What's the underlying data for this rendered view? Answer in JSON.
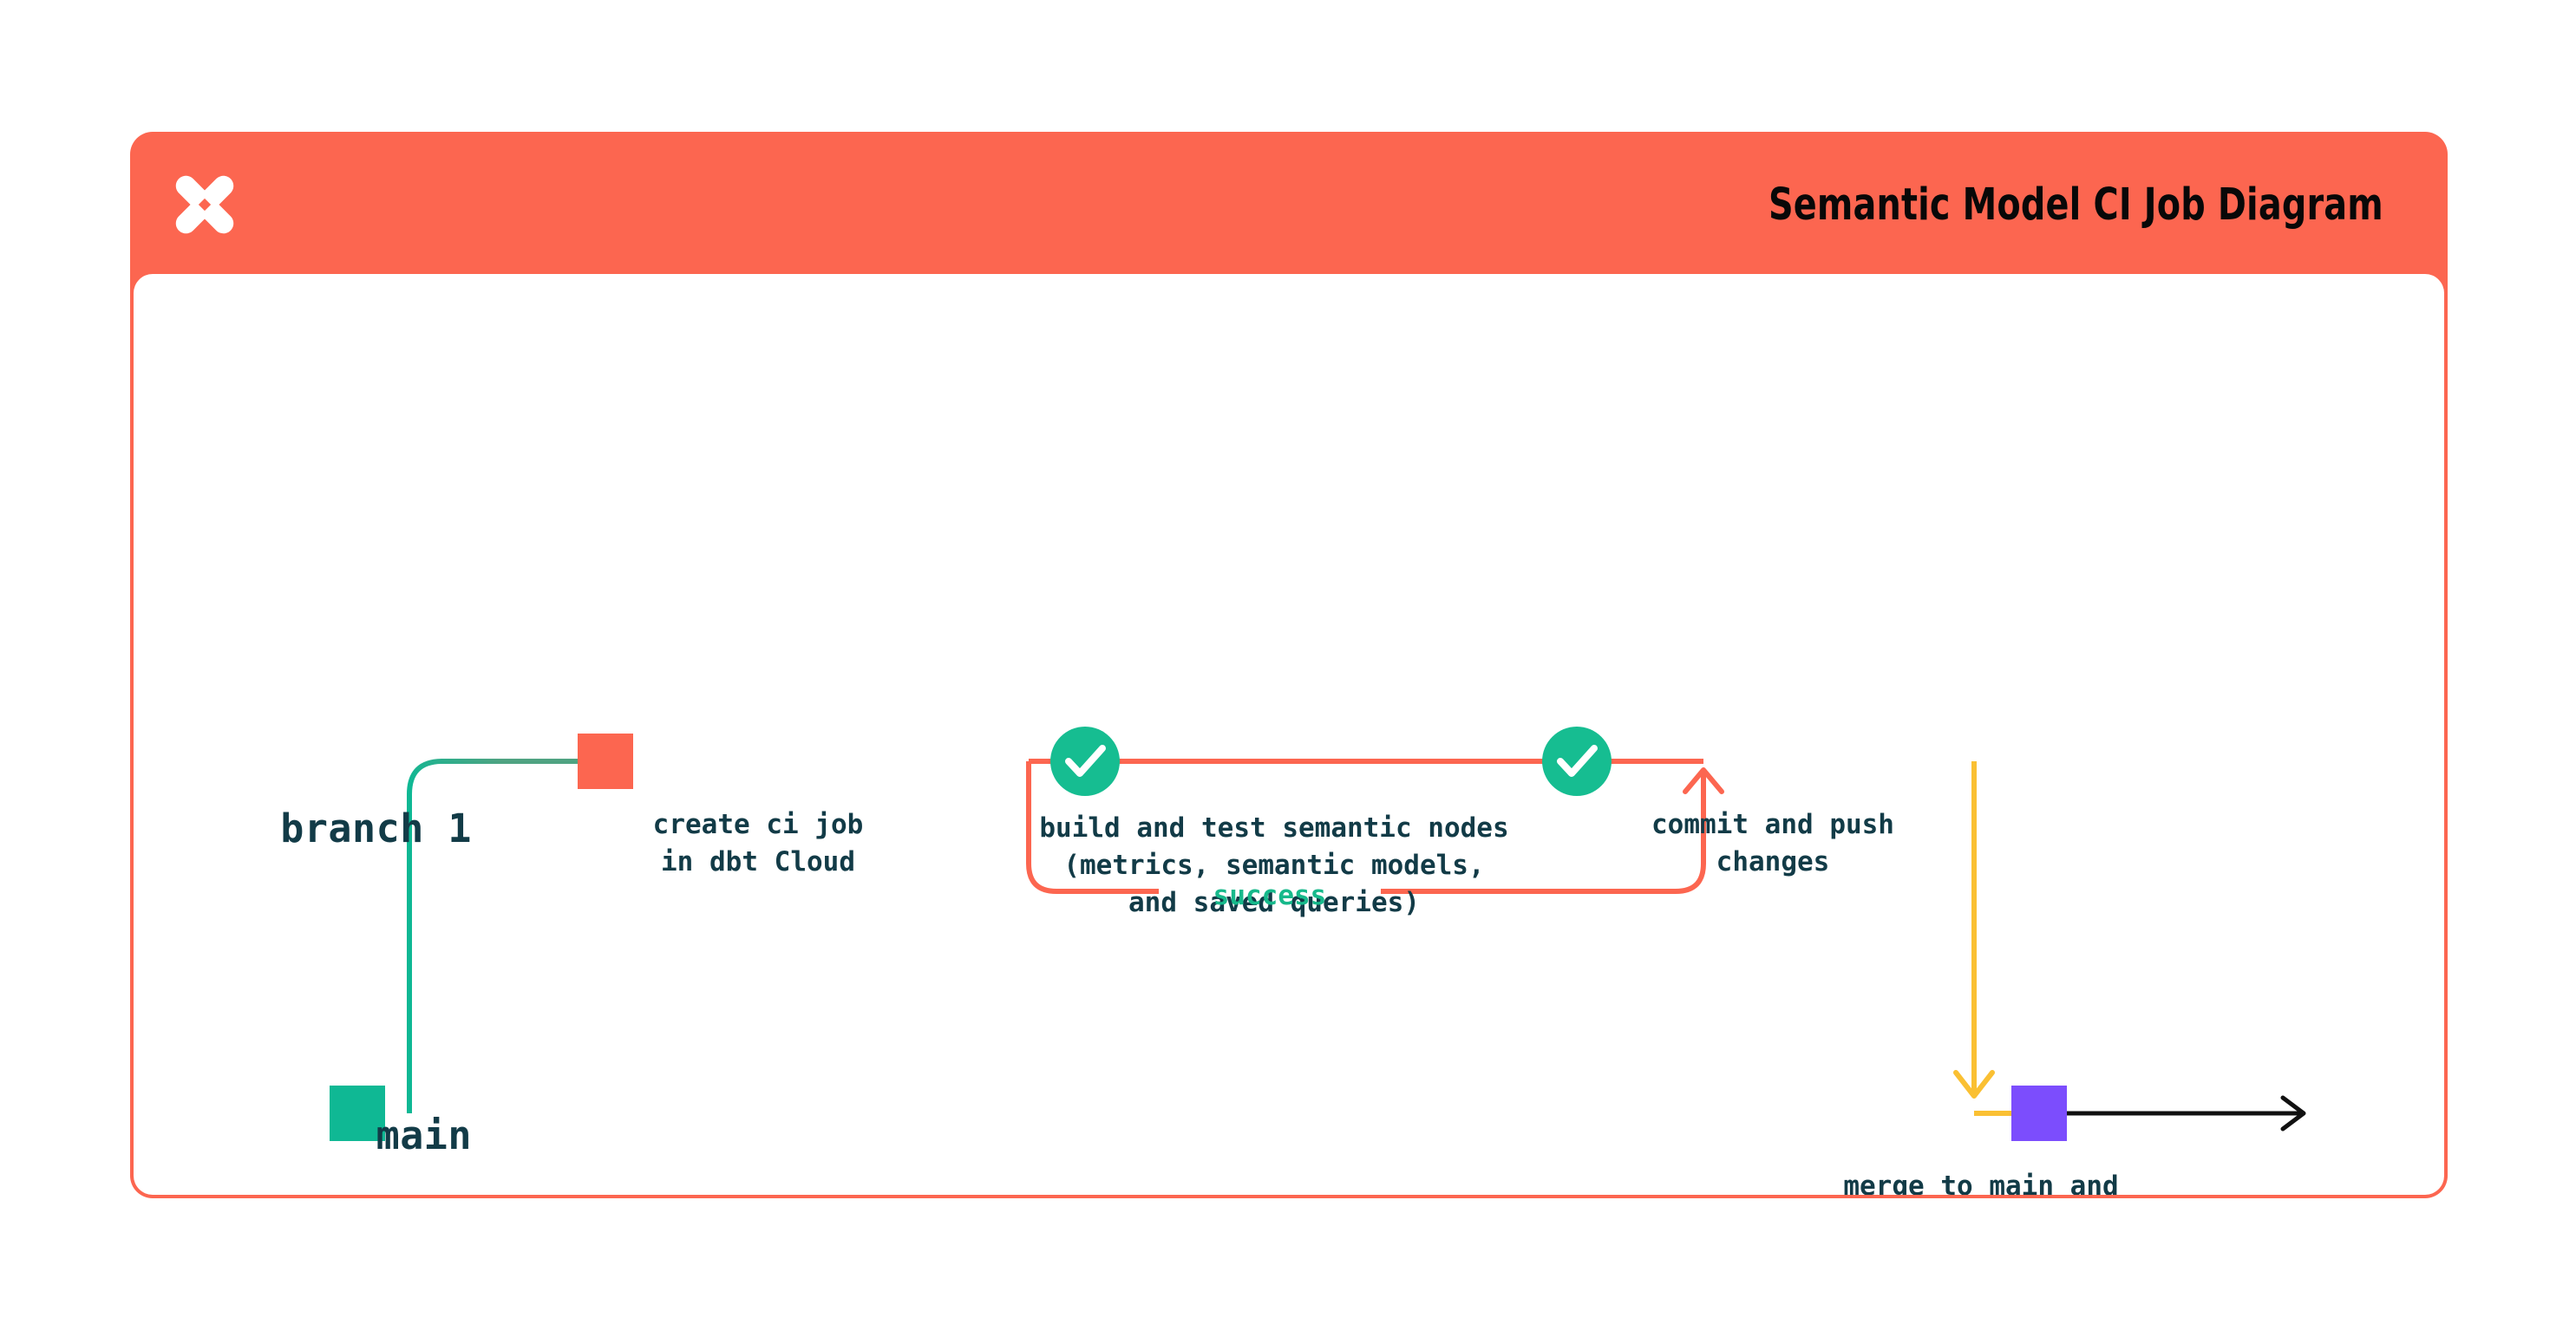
{
  "card": {
    "header": {
      "logo_icon": "dbt-logo-icon",
      "title": "Semantic Model CI Job Diagram",
      "background_color": "#FC6650",
      "title_color": "#080808"
    },
    "body_background": "#FFFFFF"
  },
  "diagram": {
    "type": "git-branch-flow",
    "lanes": [
      {
        "id": "branch",
        "label": "branch 1",
        "color": "#FC6650"
      },
      {
        "id": "main",
        "label": "main",
        "color": "#0FB894"
      }
    ],
    "nodes": [
      {
        "id": "create-ci-job",
        "lane": "branch",
        "marker": "square",
        "color": "#FC6650",
        "caption": "create ci job\nin dbt Cloud"
      },
      {
        "id": "build-and-test",
        "lane": "branch",
        "marker": "check-circle",
        "color": "#16BD91",
        "caption": "build and test semantic nodes\n(metrics, semantic models,\nand saved queries)"
      },
      {
        "id": "commit-and-push",
        "lane": "branch",
        "marker": "check-circle",
        "color": "#16BD91",
        "caption": "commit and push\nchanges"
      },
      {
        "id": "merge-to-main",
        "lane": "main",
        "marker": "square",
        "color": "#7C4DFD",
        "caption": "merge to main and\ndeploy to production"
      },
      {
        "id": "main-start",
        "lane": "main",
        "marker": "square",
        "color": "#0FB894",
        "caption": ""
      }
    ],
    "edges": [
      {
        "id": "loop-success",
        "label": "success",
        "label_color": "#17B98B",
        "color": "#FC6650"
      },
      {
        "id": "merge-down",
        "label": "",
        "color": "#FAC033"
      },
      {
        "id": "main-continues",
        "label": "",
        "color": "#111111"
      }
    ],
    "colors": {
      "coral": "#FC6650",
      "green": "#0FB894",
      "green_check": "#16BD91",
      "yellow": "#FAC033",
      "purple": "#7C4DFD",
      "ink": "#123B47",
      "black": "#111111"
    }
  }
}
